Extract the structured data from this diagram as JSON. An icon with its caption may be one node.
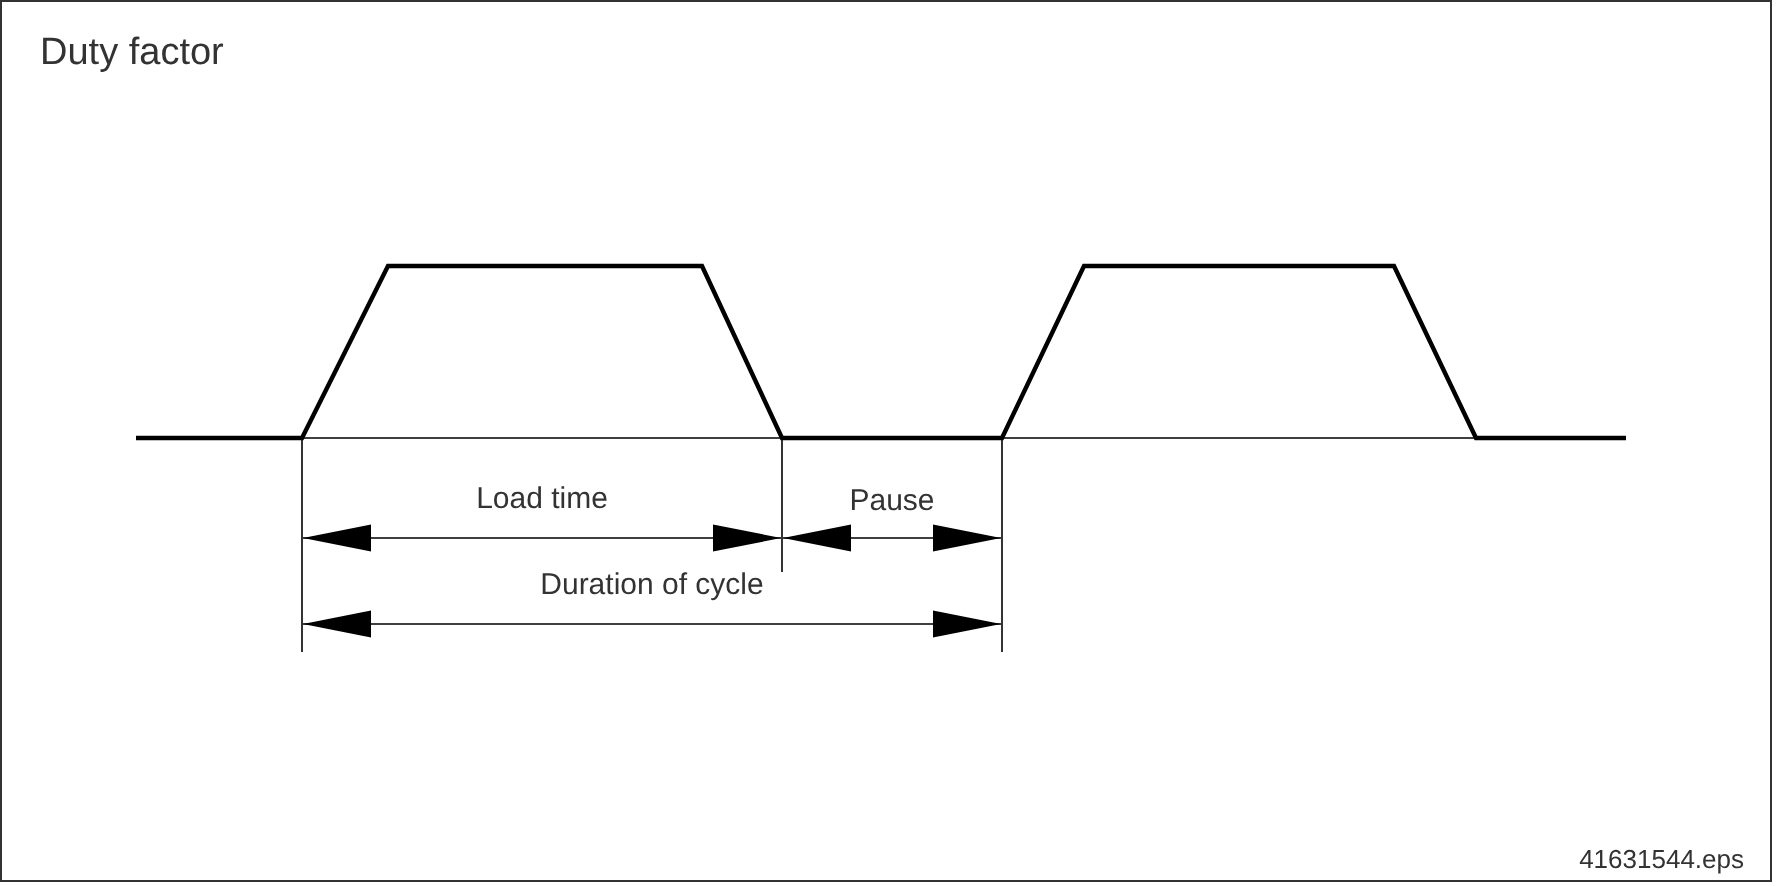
{
  "diagram": {
    "title": "Duty factor",
    "labels": [
      "Load time",
      "Pause",
      "Duration of cycle",
      "41631544.eps"
    ]
  }
}
